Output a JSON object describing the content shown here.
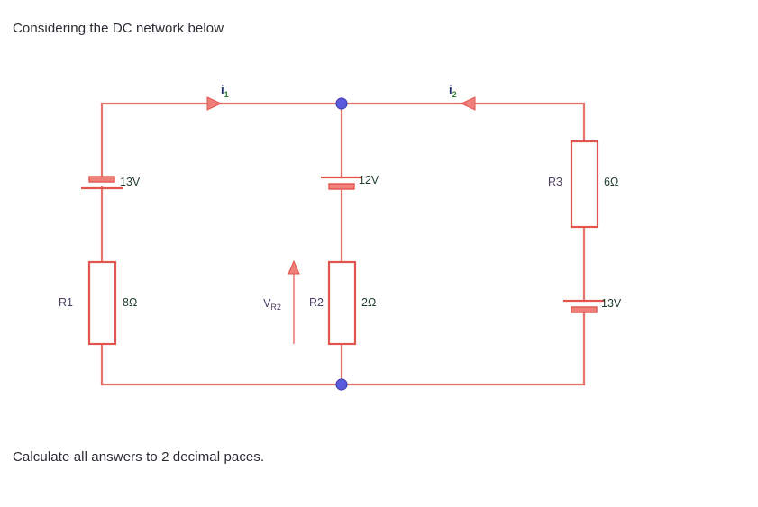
{
  "page": {
    "intro_text": "Considering the DC network below",
    "outro_text": "Calculate all answers to 2 decimal paces."
  },
  "colors": {
    "wire": "#e8736d",
    "component_outline": "#e2554e",
    "node_dot": "#5b5bdd",
    "node_dot_stroke": "#4a3fb5",
    "value_label": "#1f3d2b",
    "ref_label": "#4c3f63",
    "current_label": "#1b2d6b",
    "subscript_green": "#2e7d32",
    "text": "#2b2b33",
    "background": "#ffffff"
  },
  "circuit": {
    "type": "dc-network",
    "sources": [
      {
        "id": "v-left",
        "name": "battery-13v-left",
        "label": "13V",
        "value": 13,
        "unit": "V",
        "branch": "left",
        "orientation": "positive-bottom"
      },
      {
        "id": "v-middle",
        "name": "battery-12v-middle",
        "label": "12V",
        "value": 12,
        "unit": "V",
        "branch": "middle",
        "orientation": "positive-top"
      },
      {
        "id": "v-right",
        "name": "battery-13v-right",
        "label": "13V",
        "value": 13,
        "unit": "V",
        "branch": "right",
        "orientation": "positive-top"
      }
    ],
    "resistors": [
      {
        "id": "R1",
        "ref": "R1",
        "label": "8Ω",
        "value": 8,
        "unit": "Ω",
        "branch": "left"
      },
      {
        "id": "R2",
        "ref": "R2",
        "label": "2Ω",
        "value": 2,
        "unit": "Ω",
        "branch": "middle"
      },
      {
        "id": "R3",
        "ref": "R3",
        "label": "6Ω",
        "value": 6,
        "unit": "Ω",
        "branch": "right"
      }
    ],
    "currents": [
      {
        "id": "i1",
        "symbol": "i",
        "subscript": "1",
        "direction": "right",
        "branch": "top-left-wire"
      },
      {
        "id": "i2",
        "symbol": "i",
        "subscript": "2",
        "direction": "left",
        "branch": "top-right-wire"
      }
    ],
    "voltages": [
      {
        "id": "VR2",
        "symbol": "V",
        "subscript": "R2",
        "direction": "up",
        "across": "R2"
      }
    ],
    "nodes": [
      {
        "id": "node-top",
        "name": "junction-top"
      },
      {
        "id": "node-bottom",
        "name": "junction-bottom"
      }
    ]
  }
}
